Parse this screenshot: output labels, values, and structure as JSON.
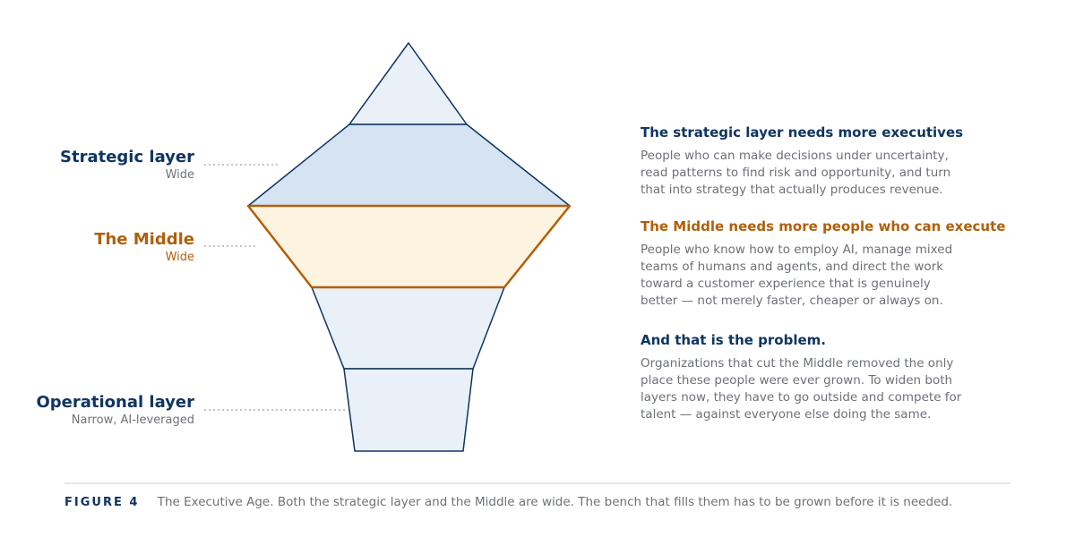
{
  "colors": {
    "navy": "#0f3560",
    "orange": "#b25f0a",
    "gray_text": "#6d7178",
    "fill_light": "#e9f0f8",
    "fill_mid": "#d5e3f2",
    "fill_middle": "#fdf3e1",
    "leader": "#9aa3ad"
  },
  "left_labels": {
    "strategic": {
      "title": "Strategic layer",
      "sub": "Wide"
    },
    "middle": {
      "title": "The Middle",
      "sub": "Wide"
    },
    "operational": {
      "title": "Operational layer",
      "sub": "Narrow, AI-leveraged"
    }
  },
  "right_blocks": {
    "strategic": {
      "heading": "The strategic layer needs more executives",
      "body": "People who can make decisions under uncertainty, read patterns to find risk and opportunity, and turn that into strategy that actually produces revenue."
    },
    "middle": {
      "heading": "The Middle needs more people who can execute",
      "body": "People who know how to employ AI, manage mixed teams of humans and agents, and direct the work toward a customer experience that is genuinely better — not merely faster, cheaper or always on."
    },
    "problem": {
      "heading": "And that is the problem.",
      "body": "Organizations that cut the Middle removed the only place these people were ever grown. To widen both layers now, they have to go outside and compete for talent — against everyone else doing the same."
    }
  },
  "caption": {
    "label": "FIGURE 4",
    "text": "The Executive Age. Both the strategic layer and the Middle are wide. The bench that fills them has to be grown before it is needed."
  }
}
